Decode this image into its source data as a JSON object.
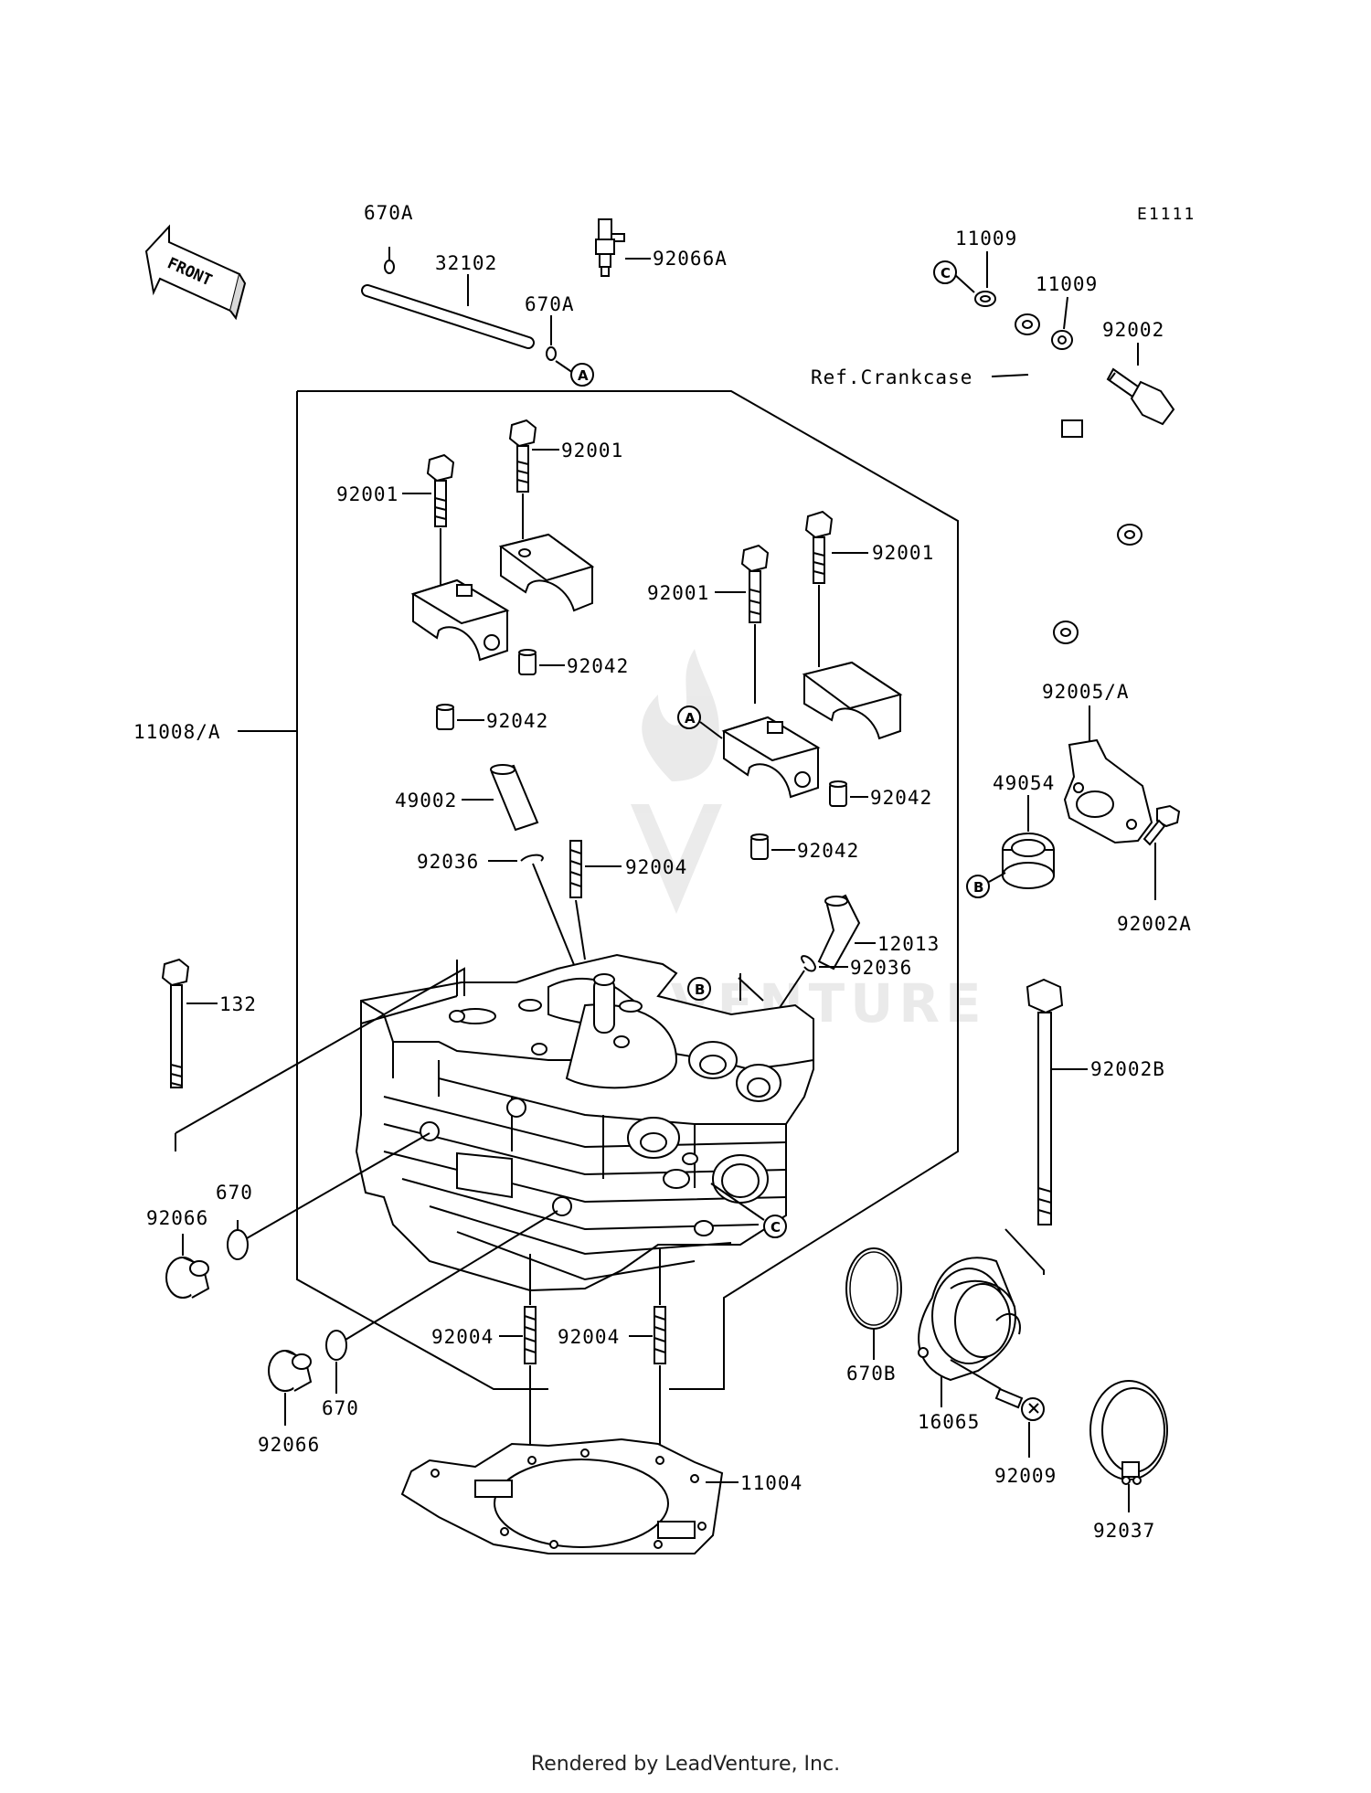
{
  "diagram": {
    "code": "E1111",
    "front_label": "FRONT",
    "ref_note": "Ref.Crankcase",
    "watermark_text": "LEADVENTURE",
    "part_labels": {
      "p670A_top": "670A",
      "p32102": "32102",
      "p92066A": "92066A",
      "p670A_mid": "670A",
      "p11009_a": "11009",
      "p11009_b": "11009",
      "p92002": "92002",
      "p92001_a": "92001",
      "p92001_b": "92001",
      "p92001_c": "92001",
      "p92001_d": "92001",
      "p92042_a": "92042",
      "p92042_b": "92042",
      "p92042_c": "92042",
      "p92042_d": "92042",
      "p11008A": "11008/A",
      "p49002": "49002",
      "p92036_a": "92036",
      "p92004_top": "92004",
      "p12013": "12013",
      "p92036_b": "92036",
      "p92005A": "92005/A",
      "p49054": "49054",
      "p92002A": "92002A",
      "p132": "132",
      "p92002B": "92002B",
      "p670_a": "670",
      "p92066_a": "92066",
      "p670_b": "670",
      "p92066_b": "92066",
      "p92004_l": "92004",
      "p92004_r": "92004",
      "p11004": "11004",
      "p670B": "670B",
      "p16065": "16065",
      "p92009": "92009",
      "p92037": "92037"
    },
    "callouts": {
      "a1": "A",
      "a2": "A",
      "b1": "B",
      "b2": "B",
      "c1": "C",
      "c2": "C"
    }
  },
  "footer": {
    "text": "Rendered by LeadVenture, Inc."
  }
}
